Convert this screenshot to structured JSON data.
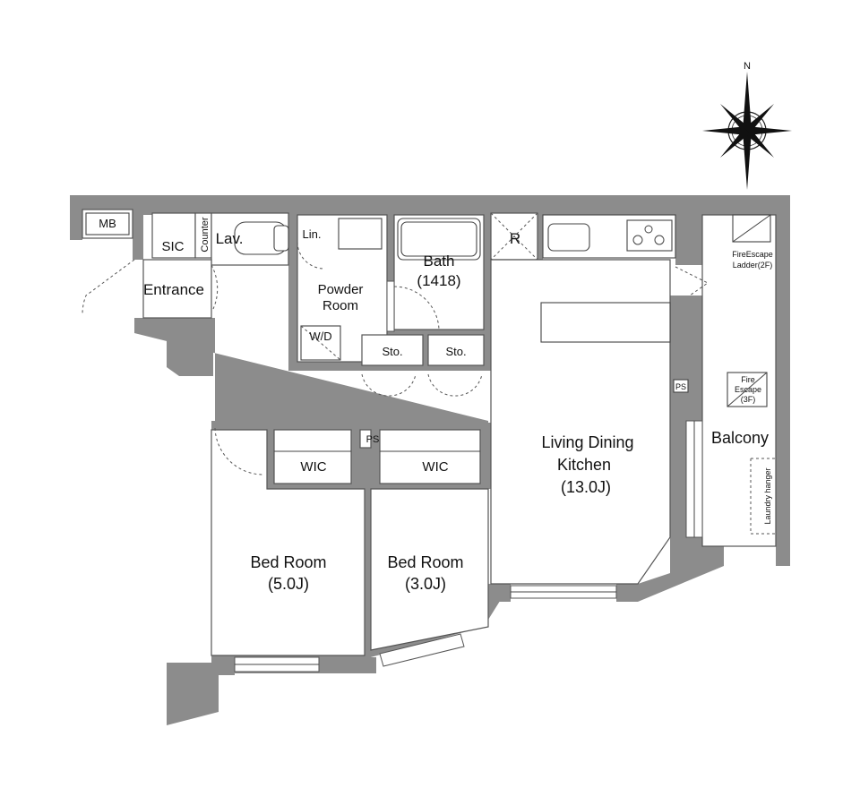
{
  "compass": {
    "north": "N"
  },
  "rooms": {
    "mb": "MB",
    "sic": "SIC",
    "counter": "Counter",
    "lav": "Lav.",
    "lin": "Lin.",
    "entrance": "Entrance",
    "powder_room": [
      "Powder",
      "Room"
    ],
    "wd": "W/D",
    "bath": [
      "Bath",
      "(1418)"
    ],
    "refrigerator": "R",
    "storage_1": "Sto.",
    "storage_2": "Sto.",
    "ps_center": "PS",
    "ps_right": "PS",
    "wic_1": "WIC",
    "wic_2": "WIC",
    "ldk": [
      "Living Dining",
      "Kitchen",
      "(13.0J)"
    ],
    "bedroom_1": [
      "Bed Room",
      "(5.0J)"
    ],
    "bedroom_2": [
      "Bed Room",
      "(3.0J)"
    ],
    "balcony": "Balcony",
    "fire_ladder": [
      "FireEscape",
      "Ladder(2F)"
    ],
    "fire_escape": [
      "Fire",
      "Escape",
      "(3F)"
    ],
    "laundry_hanger": "Laundry hanger"
  }
}
